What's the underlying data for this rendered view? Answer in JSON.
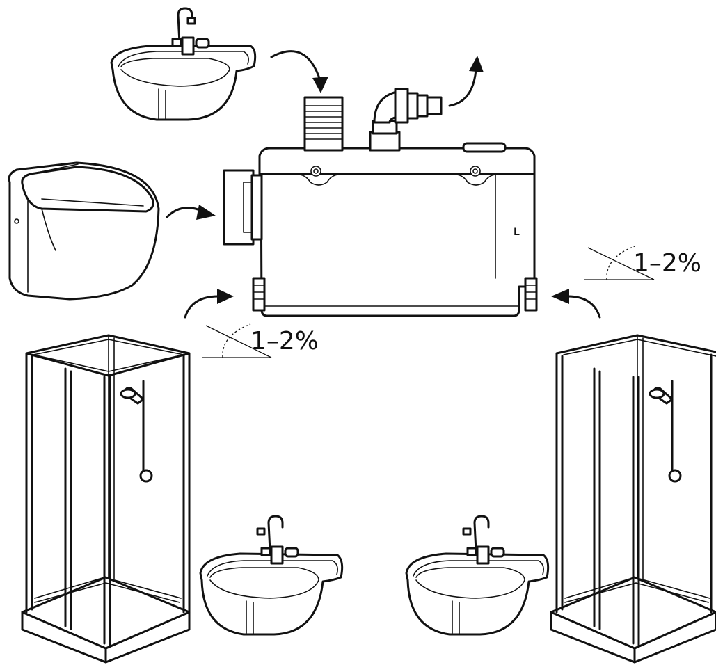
{
  "labels": {
    "slope_right": "1–2%",
    "slope_left": "1–2%",
    "unit_mark": "L"
  }
}
